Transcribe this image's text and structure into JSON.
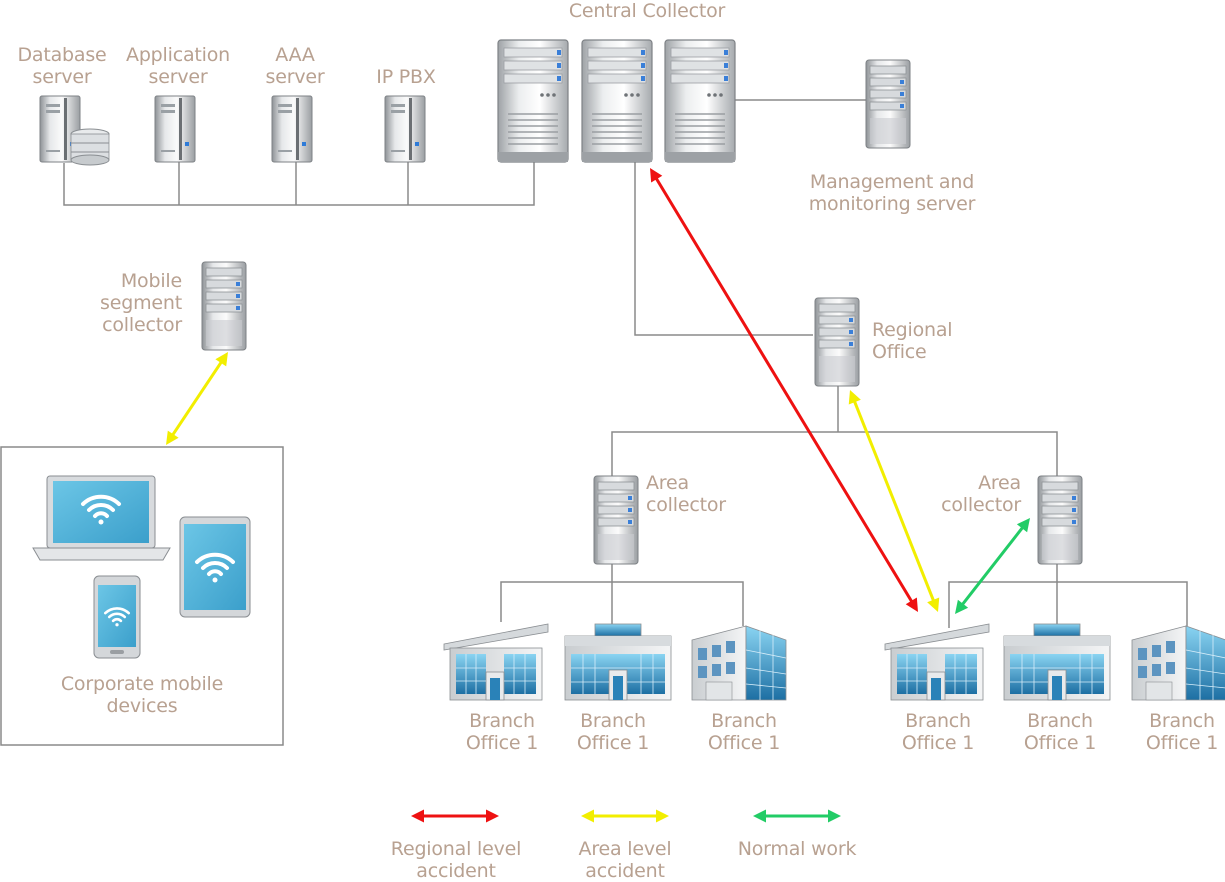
{
  "top": {
    "central_collector": "Central Collector",
    "database_server": [
      "Database",
      "server"
    ],
    "application_server": [
      "Application",
      "server"
    ],
    "aaa_server": [
      "AAA",
      "server"
    ],
    "ip_pbx": "IP PBX",
    "management_server": [
      "Management and",
      "monitoring server"
    ]
  },
  "middle": {
    "mobile_collector": [
      "Mobile",
      "segment",
      "collector"
    ],
    "regional_office": [
      "Regional",
      "Office"
    ],
    "area_collector_left": [
      "Area",
      "collector"
    ],
    "area_collector_right": [
      "Area",
      "collector"
    ],
    "corporate_devices": [
      "Corporate mobile",
      "devices"
    ]
  },
  "branches": [
    [
      "Branch",
      "Office 1"
    ],
    [
      "Branch",
      "Office 1"
    ],
    [
      "Branch",
      "Office 1"
    ],
    [
      "Branch",
      "Office 1"
    ],
    [
      "Branch",
      "Office 1"
    ],
    [
      "Branch",
      "Office 1"
    ]
  ],
  "legend": [
    {
      "label": [
        "Regional level",
        "accident"
      ],
      "color": "#ee1111"
    },
    {
      "label": [
        "Area level",
        "accident"
      ],
      "color": "#f2ee00"
    },
    {
      "label": [
        "Normal work"
      ],
      "color": "#22cc66"
    }
  ],
  "colors": {
    "label": "#b8a191",
    "line": "#8a8a8a",
    "regional": "#ee1111",
    "area": "#f2ee00",
    "normal": "#22cc66",
    "screen": "#5ab8dc"
  }
}
